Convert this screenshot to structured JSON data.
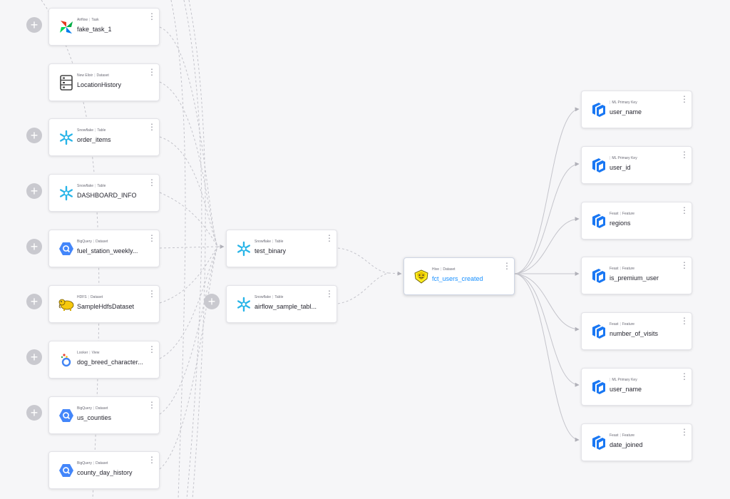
{
  "colors": {
    "background": "#f6f6f8",
    "edge": "#c4c4cb",
    "link_text": "#1890ff",
    "expand_button": "#c9c9cf"
  },
  "menu_glyph": "⋮",
  "expand_glyph": "+",
  "meta_separator": "|",
  "nodes": [
    {
      "platform": "Airflow",
      "type": "Task",
      "name": "fake_task_1",
      "icon": "airflow-icon"
    },
    {
      "platform": "New Elixir",
      "type": "Dataset",
      "name": "LocationHistory",
      "icon": "table-storage-icon"
    },
    {
      "platform": "Snowflake",
      "type": "Table",
      "name": "order_items",
      "icon": "snowflake-icon"
    },
    {
      "platform": "Snowflake",
      "type": "Table",
      "name": "DASHBOARD_INFO",
      "icon": "snowflake-icon"
    },
    {
      "platform": "BigQuery",
      "type": "Dataset",
      "name": "fuel_station_weekly...",
      "icon": "bigquery-icon"
    },
    {
      "platform": "HDFS",
      "type": "Dataset",
      "name": "SampleHdfsDataset",
      "icon": "hadoop-icon"
    },
    {
      "platform": "Looker",
      "type": "View",
      "name": "dog_breed_character...",
      "icon": "looker-icon"
    },
    {
      "platform": "BigQuery",
      "type": "Dataset",
      "name": "us_counties",
      "icon": "bigquery-icon"
    },
    {
      "platform": "BigQuery",
      "type": "Dataset",
      "name": "county_day_history",
      "icon": "bigquery-icon"
    },
    {
      "platform": "Snowflake",
      "type": "Table",
      "name": "test_binary",
      "icon": "snowflake-icon"
    },
    {
      "platform": "Snowflake",
      "type": "Table",
      "name": "airflow_sample_tabl...",
      "icon": "snowflake-icon"
    },
    {
      "platform": "Hive",
      "type": "Dataset",
      "name": "fct_users_created",
      "icon": "hive-icon"
    },
    {
      "platform": "",
      "type": "ML Primary Key",
      "name": "user_name",
      "icon": "feast-icon"
    },
    {
      "platform": "",
      "type": "ML Primary Key",
      "name": "user_id",
      "icon": "feast-icon"
    },
    {
      "platform": "Feast",
      "type": "Feature",
      "name": "regions",
      "icon": "feast-icon"
    },
    {
      "platform": "Feast",
      "type": "Feature",
      "name": "is_premium_user",
      "icon": "feast-icon"
    },
    {
      "platform": "Feast",
      "type": "Feature",
      "name": "number_of_visits",
      "icon": "feast-icon"
    },
    {
      "platform": "",
      "type": "ML Primary Key",
      "name": "user_name",
      "icon": "feast-icon"
    },
    {
      "platform": "Feast",
      "type": "Feature",
      "name": "date_joined",
      "icon": "feast-icon"
    }
  ]
}
